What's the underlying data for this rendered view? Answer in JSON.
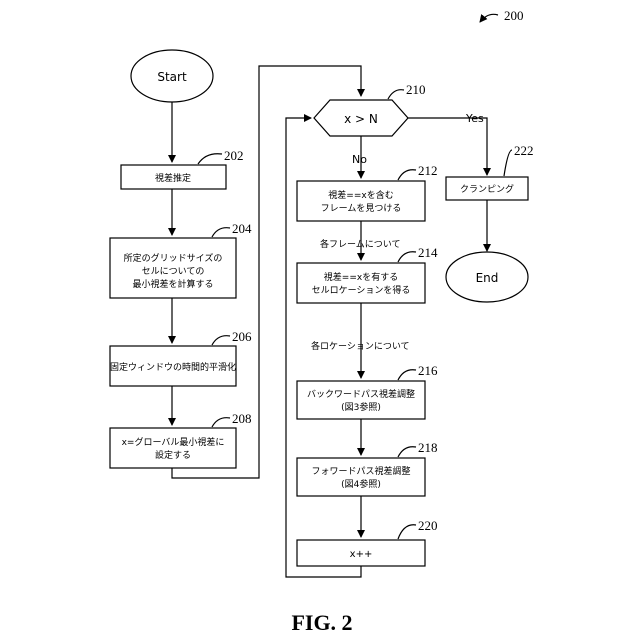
{
  "figure_ref": "200",
  "figure_caption": "FIG. 2",
  "nodes": {
    "start": {
      "text": "Start"
    },
    "end": {
      "text": "End"
    },
    "step202": {
      "ref": "202",
      "lines": [
        "視差推定"
      ]
    },
    "step204": {
      "ref": "204",
      "lines": [
        "所定のグリッドサイズの",
        "セルについての",
        "最小視差を計算する"
      ]
    },
    "step206": {
      "ref": "206",
      "lines": [
        "固定ウィンドウの時間的平滑化"
      ]
    },
    "step208": {
      "ref": "208",
      "lines": [
        "x=グローバル最小視差に",
        "設定する"
      ]
    },
    "decision210": {
      "ref": "210",
      "text": "x > N"
    },
    "step212": {
      "ref": "212",
      "lines": [
        "視差==xを含む",
        "フレームを見つける"
      ]
    },
    "step214": {
      "ref": "214",
      "lines": [
        "視差==xを有する",
        "セルロケーションを得る"
      ]
    },
    "step216": {
      "ref": "216",
      "lines": [
        "バックワードパス視差調整",
        "(図3参照)"
      ]
    },
    "step218": {
      "ref": "218",
      "lines": [
        "フォワードパス視差調整",
        "(図4参照)"
      ]
    },
    "step220": {
      "ref": "220",
      "text": "x++"
    },
    "step222": {
      "ref": "222",
      "text": "クランピング"
    }
  },
  "edge_labels": {
    "yes": "Yes",
    "no": "No",
    "each_frame": "各フレームについて",
    "each_location": "各ロケーションについて"
  }
}
